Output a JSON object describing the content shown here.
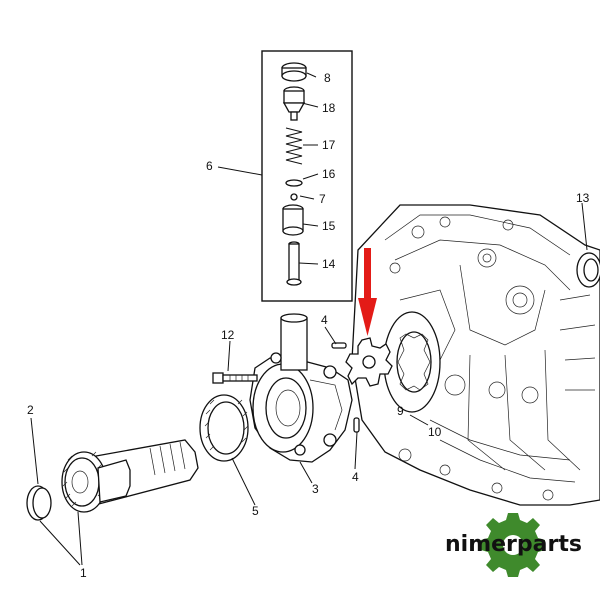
{
  "callouts": {
    "c1": "1",
    "c2": "2",
    "c3": "3",
    "c4a": "4",
    "c4b": "4",
    "c5": "5",
    "c6": "6",
    "c7": "7",
    "c8": "8",
    "c9": "9",
    "c10": "10",
    "c12": "12",
    "c13": "13",
    "c14": "14",
    "c15": "15",
    "c16": "16",
    "c17": "17",
    "c18": "18"
  },
  "brand": {
    "text": "nimerparts",
    "gear_color": "#3f8a2c"
  },
  "arrow": {
    "color": "#e31b17"
  }
}
